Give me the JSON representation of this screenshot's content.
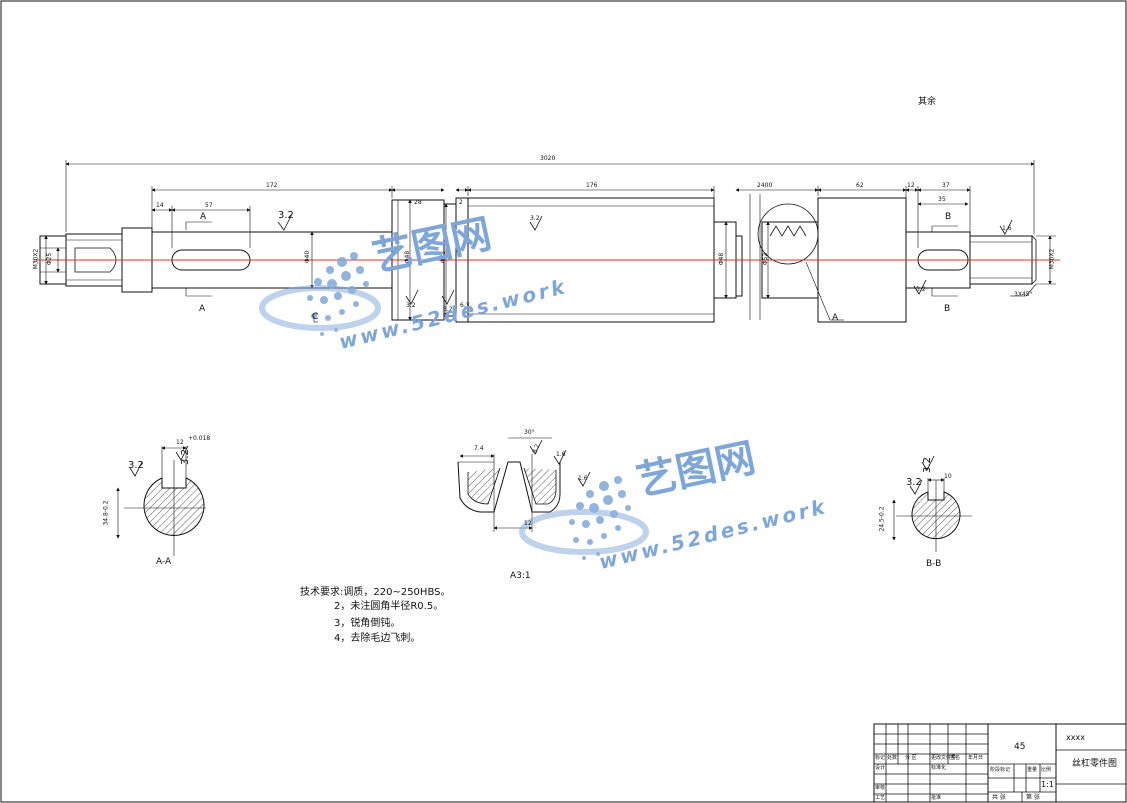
{
  "drawing": {
    "top_note": "其余",
    "overall_length": "3020",
    "dims": {
      "d172": "172",
      "d14": "14",
      "d57": "57",
      "d28": "28",
      "d2": "2",
      "d176": "176",
      "d2400": "2400",
      "d62": "62",
      "d12": "12",
      "d37": "37",
      "d35": "35",
      "dia_left1": "M30X2",
      "dia_left2": "Φ25",
      "dia_mid": "Φ40",
      "dia_collar": "Φ48",
      "dia_collar2": "Φ45",
      "dia_thread": "Φ48",
      "dia_screw": "Φ52",
      "dia_right": "M30X2",
      "chamfer": "3X45°"
    },
    "roughness": {
      "r1": "3.2",
      "r2": "3.2",
      "r3": "3.2",
      "r4": "3.2",
      "r5": "6.3",
      "r6": "3.2",
      "r7": "1.6",
      "r8": "3.2"
    },
    "section_marks": {
      "a_top": "A",
      "a_bottom": "A",
      "b_top": "B",
      "b_bottom": "B",
      "detail": "A",
      "bracket": "C"
    },
    "views": {
      "aa_label": "A-A",
      "aa_width": "12",
      "aa_depth": "34.8-0.2",
      "aa_r1": "3.2",
      "aa_r2": "3.2",
      "aa_tol": "+0.018",
      "detail_label": "A3:1",
      "det_d1": "7.4",
      "det_d2": "30°",
      "det_d3": "12",
      "det_r1": "1.6",
      "det_r2": "3.2",
      "det_r3": "1.6",
      "bb_label": "B-B",
      "bb_width": "10",
      "bb_depth": "24.5-0.2",
      "bb_r1": "3.2",
      "bb_r2": "3.2"
    },
    "notes": {
      "line1": "技术要求:调质，220~250HBS。",
      "line2": "2，未注圆角半径R0.5。",
      "line3": "3，锐角倒钝。",
      "line4": "4，去除毛边飞刺。"
    },
    "watermark": {
      "cn": "艺图网",
      "url": "www.52des.work"
    },
    "title_block": {
      "material": "45",
      "company": "xxxx",
      "part_name": "丝杠零件图",
      "scale": "1:1",
      "h_mark": "标记",
      "h_count": "处数",
      "h_zone": "分 区",
      "h_change": "更改文件号",
      "h_sign": "签名",
      "h_date": "年月日",
      "h_design": "设计",
      "h_std": "标准化",
      "h_check": "审核",
      "h_craft": "工艺",
      "h_approve": "批准",
      "h_stage": "阶段标记",
      "h_weight": "重量",
      "h_scale": "比例",
      "h_total": "共  张",
      "h_sheet": "第  张"
    }
  }
}
